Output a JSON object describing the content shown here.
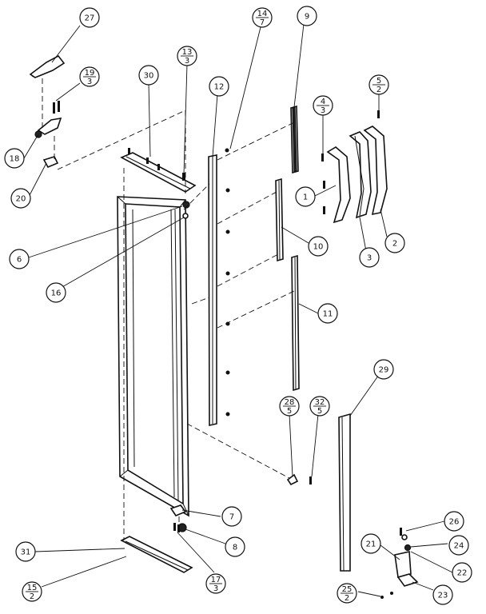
{
  "callouts": [
    {
      "id": "c27",
      "num": "27"
    },
    {
      "id": "c19",
      "num": "19",
      "qty": "3"
    },
    {
      "id": "c18",
      "num": "18"
    },
    {
      "id": "c20",
      "num": "20"
    },
    {
      "id": "c30",
      "num": "30"
    },
    {
      "id": "c13",
      "num": "13",
      "qty": "3"
    },
    {
      "id": "c12",
      "num": "12"
    },
    {
      "id": "c14",
      "num": "14",
      "qty": "7"
    },
    {
      "id": "c9",
      "num": "9"
    },
    {
      "id": "c4",
      "num": "4",
      "qty": "3"
    },
    {
      "id": "c5",
      "num": "5",
      "qty": "2"
    },
    {
      "id": "c1",
      "num": "1"
    },
    {
      "id": "c2",
      "num": "2"
    },
    {
      "id": "c3",
      "num": "3"
    },
    {
      "id": "c6",
      "num": "6"
    },
    {
      "id": "c16",
      "num": "16"
    },
    {
      "id": "c10",
      "num": "10"
    },
    {
      "id": "c11",
      "num": "11"
    },
    {
      "id": "c29",
      "num": "29"
    },
    {
      "id": "c28",
      "num": "28",
      "qty": "5"
    },
    {
      "id": "c32",
      "num": "32",
      "qty": "5"
    },
    {
      "id": "c7",
      "num": "7"
    },
    {
      "id": "c8",
      "num": "8"
    },
    {
      "id": "c26",
      "num": "26"
    },
    {
      "id": "c24",
      "num": "24"
    },
    {
      "id": "c21",
      "num": "21"
    },
    {
      "id": "c22",
      "num": "22"
    },
    {
      "id": "c31",
      "num": "31"
    },
    {
      "id": "c17",
      "num": "17",
      "qty": "3"
    },
    {
      "id": "c15",
      "num": "15",
      "qty": "2"
    },
    {
      "id": "c25",
      "num": "25",
      "qty": "2"
    },
    {
      "id": "c23",
      "num": "23"
    }
  ]
}
